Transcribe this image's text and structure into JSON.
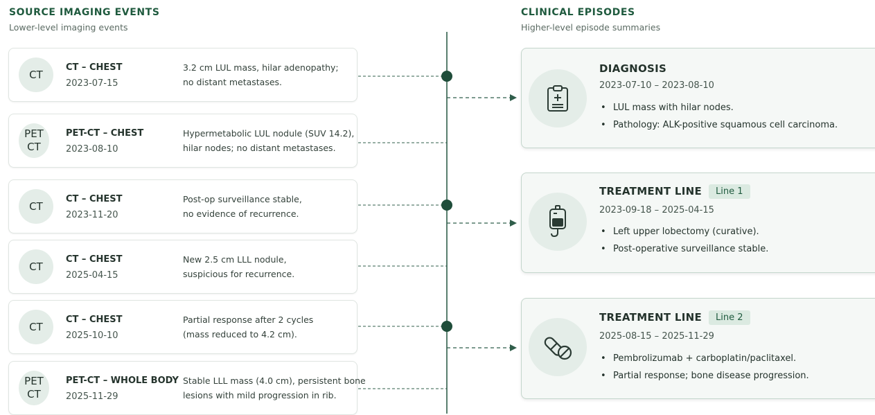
{
  "source": {
    "title": "SOURCE IMAGING EVENTS",
    "subtitle": "Lower-level imaging events",
    "events": [
      {
        "badge": "CT",
        "title": "CT – CHEST",
        "date": "2023-07-15",
        "desc": [
          "3.2 cm LUL mass, hilar adenopathy;",
          "no distant metastases."
        ]
      },
      {
        "badge": "PET CT",
        "title": "PET-CT – CHEST",
        "date": "2023-08-10",
        "desc": [
          "Hypermetabolic LUL nodule (SUV 14.2),",
          "hilar nodes; no distant metastases."
        ]
      },
      {
        "badge": "CT",
        "title": "CT – CHEST",
        "date": "2023-11-20",
        "desc": [
          "Post-op surveillance stable,",
          "no evidence of recurrence."
        ]
      },
      {
        "badge": "CT",
        "title": "CT – CHEST",
        "date": "2025-04-15",
        "desc": [
          "New 2.5 cm LLL nodule,",
          "suspicious for recurrence."
        ]
      },
      {
        "badge": "CT",
        "title": "CT – CHEST",
        "date": "2025-10-10",
        "desc": [
          "Partial response after 2 cycles",
          "(mass reduced to 4.2 cm)."
        ]
      },
      {
        "badge": "PET CT",
        "title": "PET-CT – WHOLE BODY",
        "date": "2025-11-29",
        "desc": [
          "Stable LLL mass (4.0 cm), persistent bone",
          "lesions with mild progression in rib."
        ]
      }
    ]
  },
  "episodes": {
    "title": "CLINICAL EPISODES",
    "subtitle": "Higher-level episode summaries",
    "items": [
      {
        "icon": "clipboard-icon",
        "title": "DIAGNOSIS",
        "line": "",
        "dates": "2023-07-10 – 2023-08-10",
        "bullets": [
          "LUL mass with hilar nodes.",
          "Pathology: ALK-positive squamous cell carcinoma."
        ]
      },
      {
        "icon": "iv-bag-icon",
        "title": "TREATMENT LINE",
        "line": "Line 1",
        "dates": "2023-09-18 – 2025-04-15",
        "bullets": [
          "Left upper lobectomy (curative).",
          "Post-operative surveillance stable."
        ]
      },
      {
        "icon": "pills-icon",
        "title": "TREATMENT LINE",
        "line": "Line 2",
        "dates": "2025-08-15 – 2025-11-29",
        "bullets": [
          "Pembrolizumab + carboplatin/paclitaxel.",
          "Partial response; bone disease progression."
        ]
      }
    ]
  },
  "colors": {
    "accent": "#1f5a3e",
    "line": "#2f5d4a",
    "badge_bg": "#e4ede8",
    "episode_bg": "#f5f8f6"
  }
}
